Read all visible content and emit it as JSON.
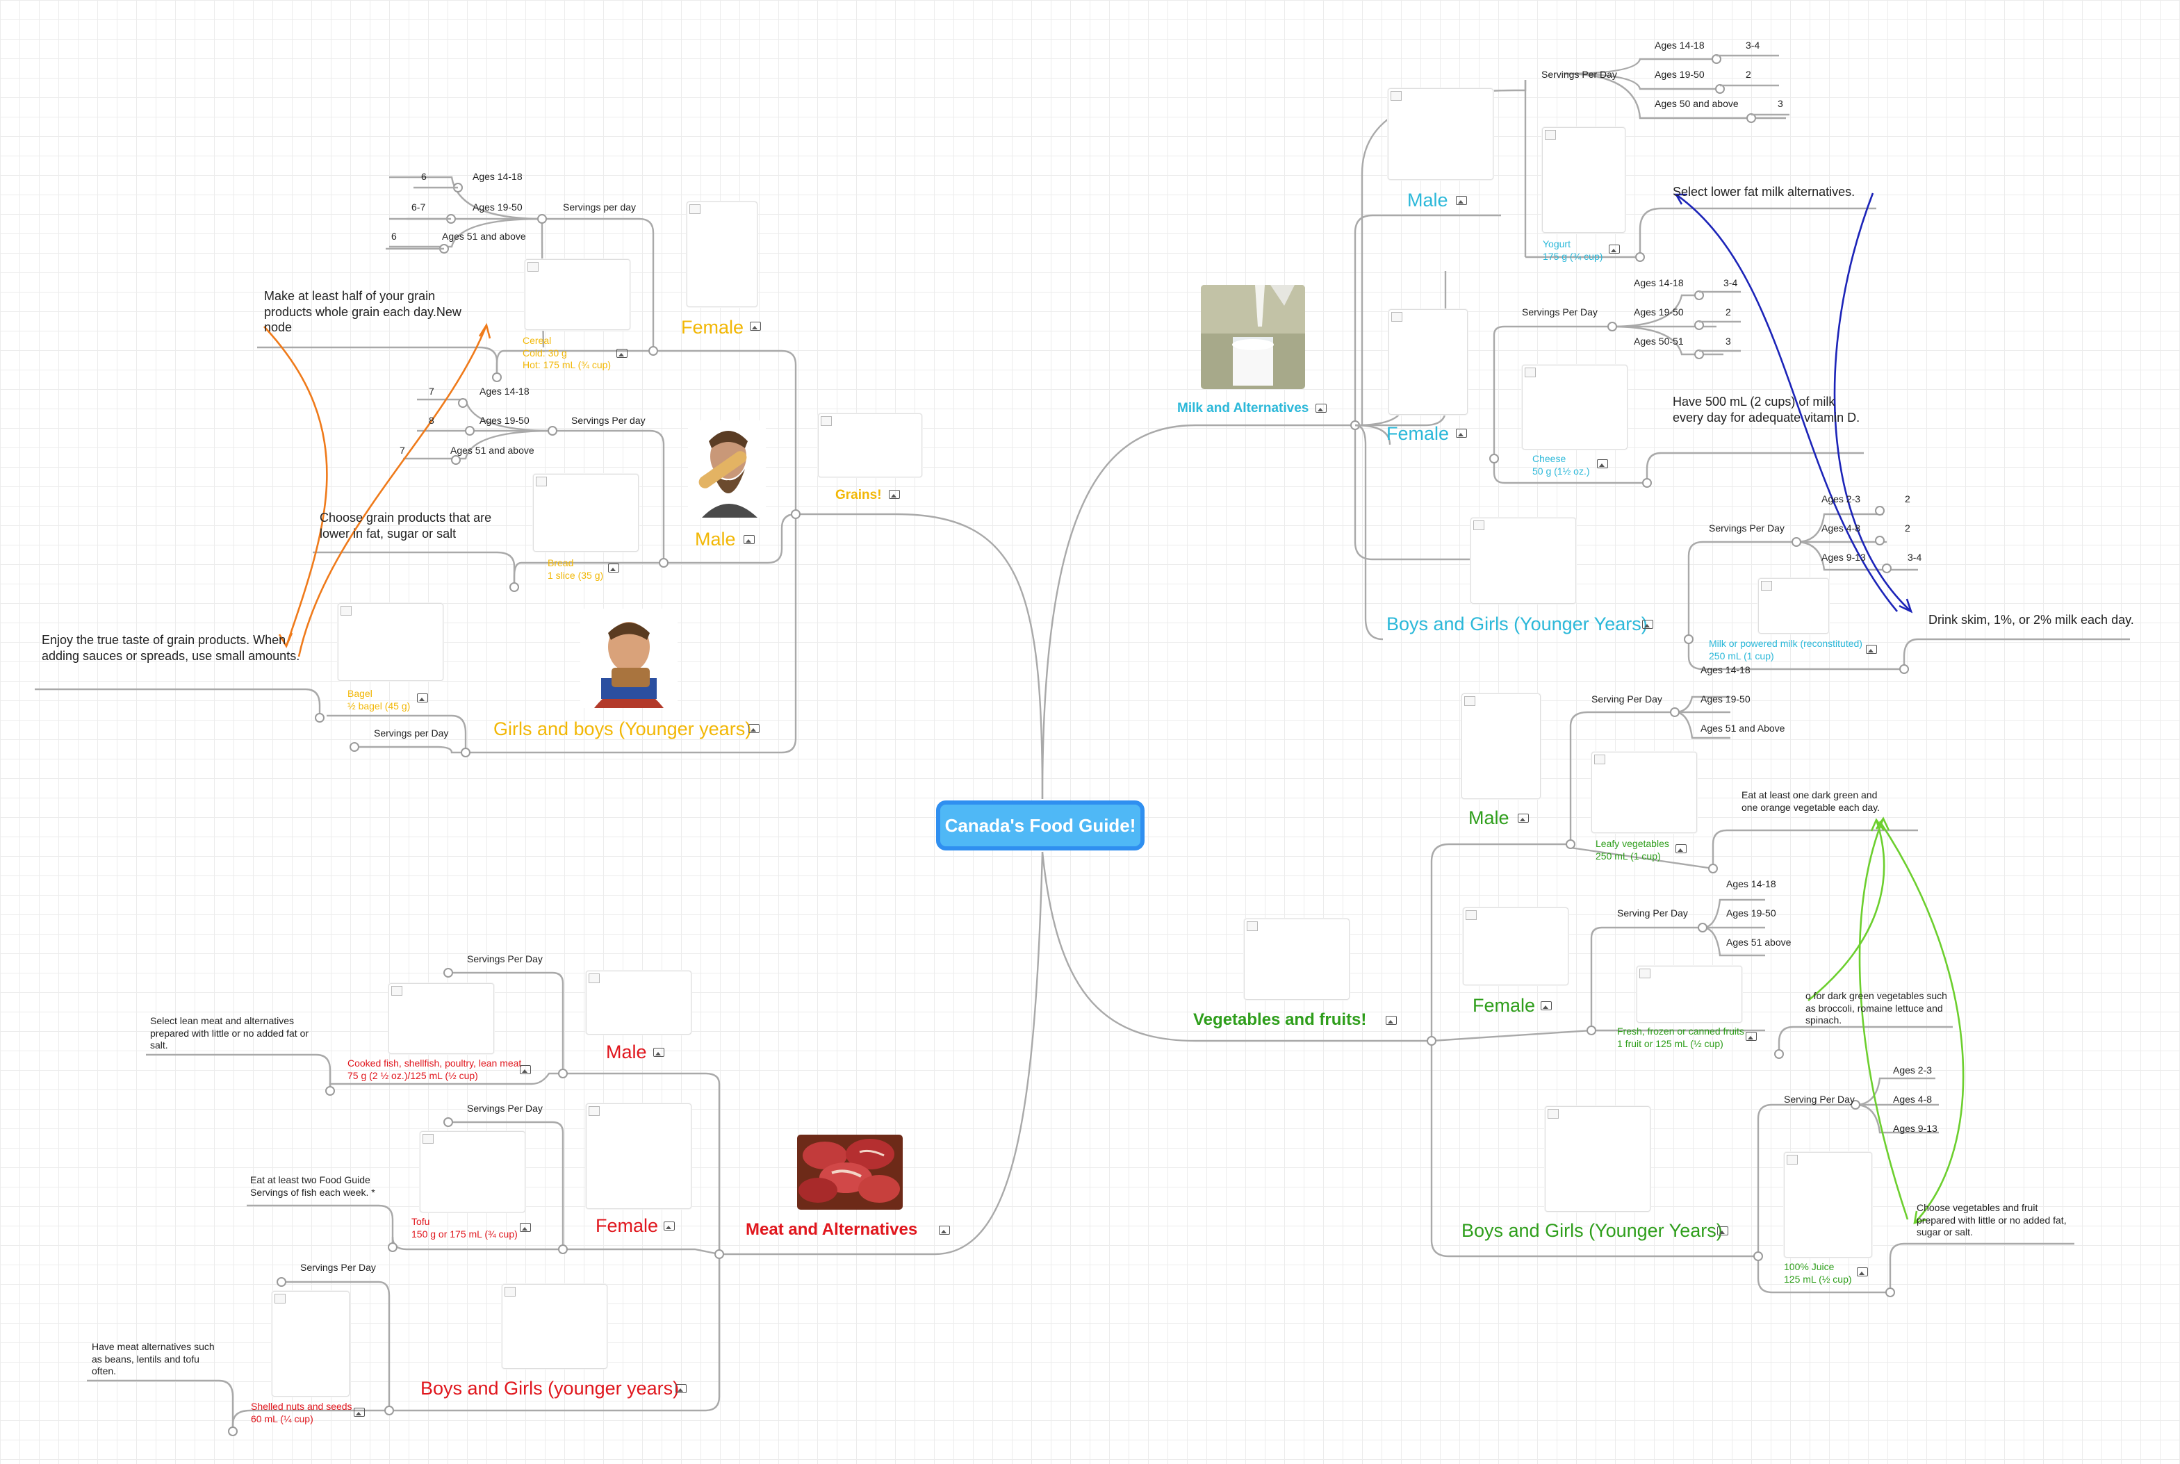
{
  "colors": {
    "grains": "#f2b705",
    "milk": "#2bb8d9",
    "vegetables": "#2e9e1b",
    "meat": "#e0161d",
    "root_fill": "#4fb8f6",
    "root_border": "#2f8ff0",
    "arrow_orange": "#ef7a1a",
    "arrow_blue": "#1c24b8",
    "arrow_green": "#6ccf2e"
  },
  "icons": {
    "image_marker": "image-icon",
    "connector": "collapse-circle-icon",
    "broken_image": "broken-image-icon"
  },
  "root": {
    "label": "Canada's Food Guide!"
  },
  "grains": {
    "label": "Grains!",
    "female": {
      "label": "Female",
      "servings_label": "Servings per day",
      "ages": [
        {
          "label": "Ages 14-18",
          "value": "6"
        },
        {
          "label": "Ages 19-50",
          "value": "6-7"
        },
        {
          "label": "Ages 51 and above",
          "value": "6"
        }
      ],
      "example": [
        "Cereal",
        "Cold: 30 g",
        "Hot: 175 mL (¾ cup)"
      ],
      "note": "Make at least half of your grain products whole grain each day.New node"
    },
    "male": {
      "label": "Male",
      "servings_label": "Servings Per day",
      "ages": [
        {
          "label": "Ages 14-18",
          "value": "7"
        },
        {
          "label": "Ages 19-50",
          "value": "8"
        },
        {
          "label": "Ages 51 and above",
          "value": "7"
        }
      ],
      "example": [
        "Bread",
        "1 slice (35 g)"
      ],
      "note": "Choose grain products that are lower in fat, sugar or salt"
    },
    "kids": {
      "label": "Girls and boys (Younger years)",
      "servings_label": "Servings per Day",
      "example": [
        "Bagel",
        "½ bagel (45 g)"
      ],
      "note": "Enjoy the true taste of grain products. When adding sauces or spreads, use small amounts."
    }
  },
  "milk": {
    "label": "Milk and Alternatives",
    "male": {
      "label": "Male",
      "servings_label": "Servings Per Day",
      "ages": [
        {
          "label": "Ages 14-18",
          "value": "3-4"
        },
        {
          "label": "Ages 19-50",
          "value": "2"
        },
        {
          "label": "Ages 50 and above",
          "value": "3"
        }
      ],
      "example": [
        "Yogurt",
        "175 g (¾ cup)"
      ],
      "note": "Select lower fat milk alternatives."
    },
    "female": {
      "label": "Female",
      "servings_label": "Servings Per Day",
      "ages": [
        {
          "label": "Ages 14-18",
          "value": "3-4"
        },
        {
          "label": "Ages 19-50",
          "value": "2"
        },
        {
          "label": "Ages 50-51",
          "value": "3"
        }
      ],
      "example": [
        "Cheese",
        "50 g (1½ oz.)"
      ],
      "note": "Have 500 mL (2 cups) of milk every day for adequate vitamin D."
    },
    "kids": {
      "label": "Boys and Girls (Younger Years)",
      "servings_label": "Servings Per Day",
      "ages": [
        {
          "label": "Ages 2-3",
          "value": "2"
        },
        {
          "label": "Ages 4-8",
          "value": "2"
        },
        {
          "label": "Ages 9-13",
          "value": "3-4"
        }
      ],
      "example": [
        "Milk or powered milk (reconstituted)",
        "250 mL (1 cup)"
      ],
      "note": "Drink skim, 1%, or 2% milk each day."
    }
  },
  "vegetables": {
    "label": "Vegetables and fruits!",
    "male": {
      "label": "Male",
      "servings_label": "Serving Per Day",
      "ages": [
        "Ages 14-18",
        "Ages 19-50",
        "Ages 51 and Above"
      ],
      "example": [
        "Leafy vegetables",
        "250 mL (1 cup)"
      ],
      "note": "Eat at least one dark green and one orange vegetable each day."
    },
    "female": {
      "label": "Female",
      "servings_label": "Serving Per Day",
      "ages": [
        "Ages 14-18",
        "Ages 19-50",
        "Ages 51 above"
      ],
      "example": [
        "Fresh, frozen or canned fruits",
        "1 fruit or 125 mL (½ cup)"
      ],
      "note": "o for dark green vegetables such as broccoli, romaine lettuce and spinach."
    },
    "kids": {
      "label": "Boys and Girls (Younger Years)",
      "servings_label": "Serving Per Day",
      "ages": [
        "Ages 2-3",
        "Ages 4-8",
        "Ages 9-13"
      ],
      "example": [
        "100% Juice",
        "125 mL (½ cup)"
      ],
      "note": "Choose vegetables and fruit prepared with little or no added fat, sugar or salt."
    }
  },
  "meat": {
    "label": "Meat and Alternatives",
    "male": {
      "label": "Male",
      "servings_label": "Servings Per Day",
      "example": [
        "Cooked fish, shellfish, poultry, lean meat",
        "75 g (2 ½ oz.)/125 mL (½ cup)"
      ],
      "note": "Select lean meat and alternatives prepared with little or no added fat or salt."
    },
    "female": {
      "label": "Female",
      "servings_label": "Servings Per Day",
      "example": [
        "Tofu",
        "150 g or 175 mL (¾ cup)"
      ],
      "note": "Eat at least two Food Guide Servings of fish each week. *"
    },
    "kids": {
      "label": "Boys and Girls (younger years)",
      "servings_label": "Servings Per Day",
      "example": [
        "Shelled nuts and seeds",
        "60 mL (¼ cup)"
      ],
      "note": "Have meat alternatives such as beans, lentils and tofu often."
    }
  }
}
